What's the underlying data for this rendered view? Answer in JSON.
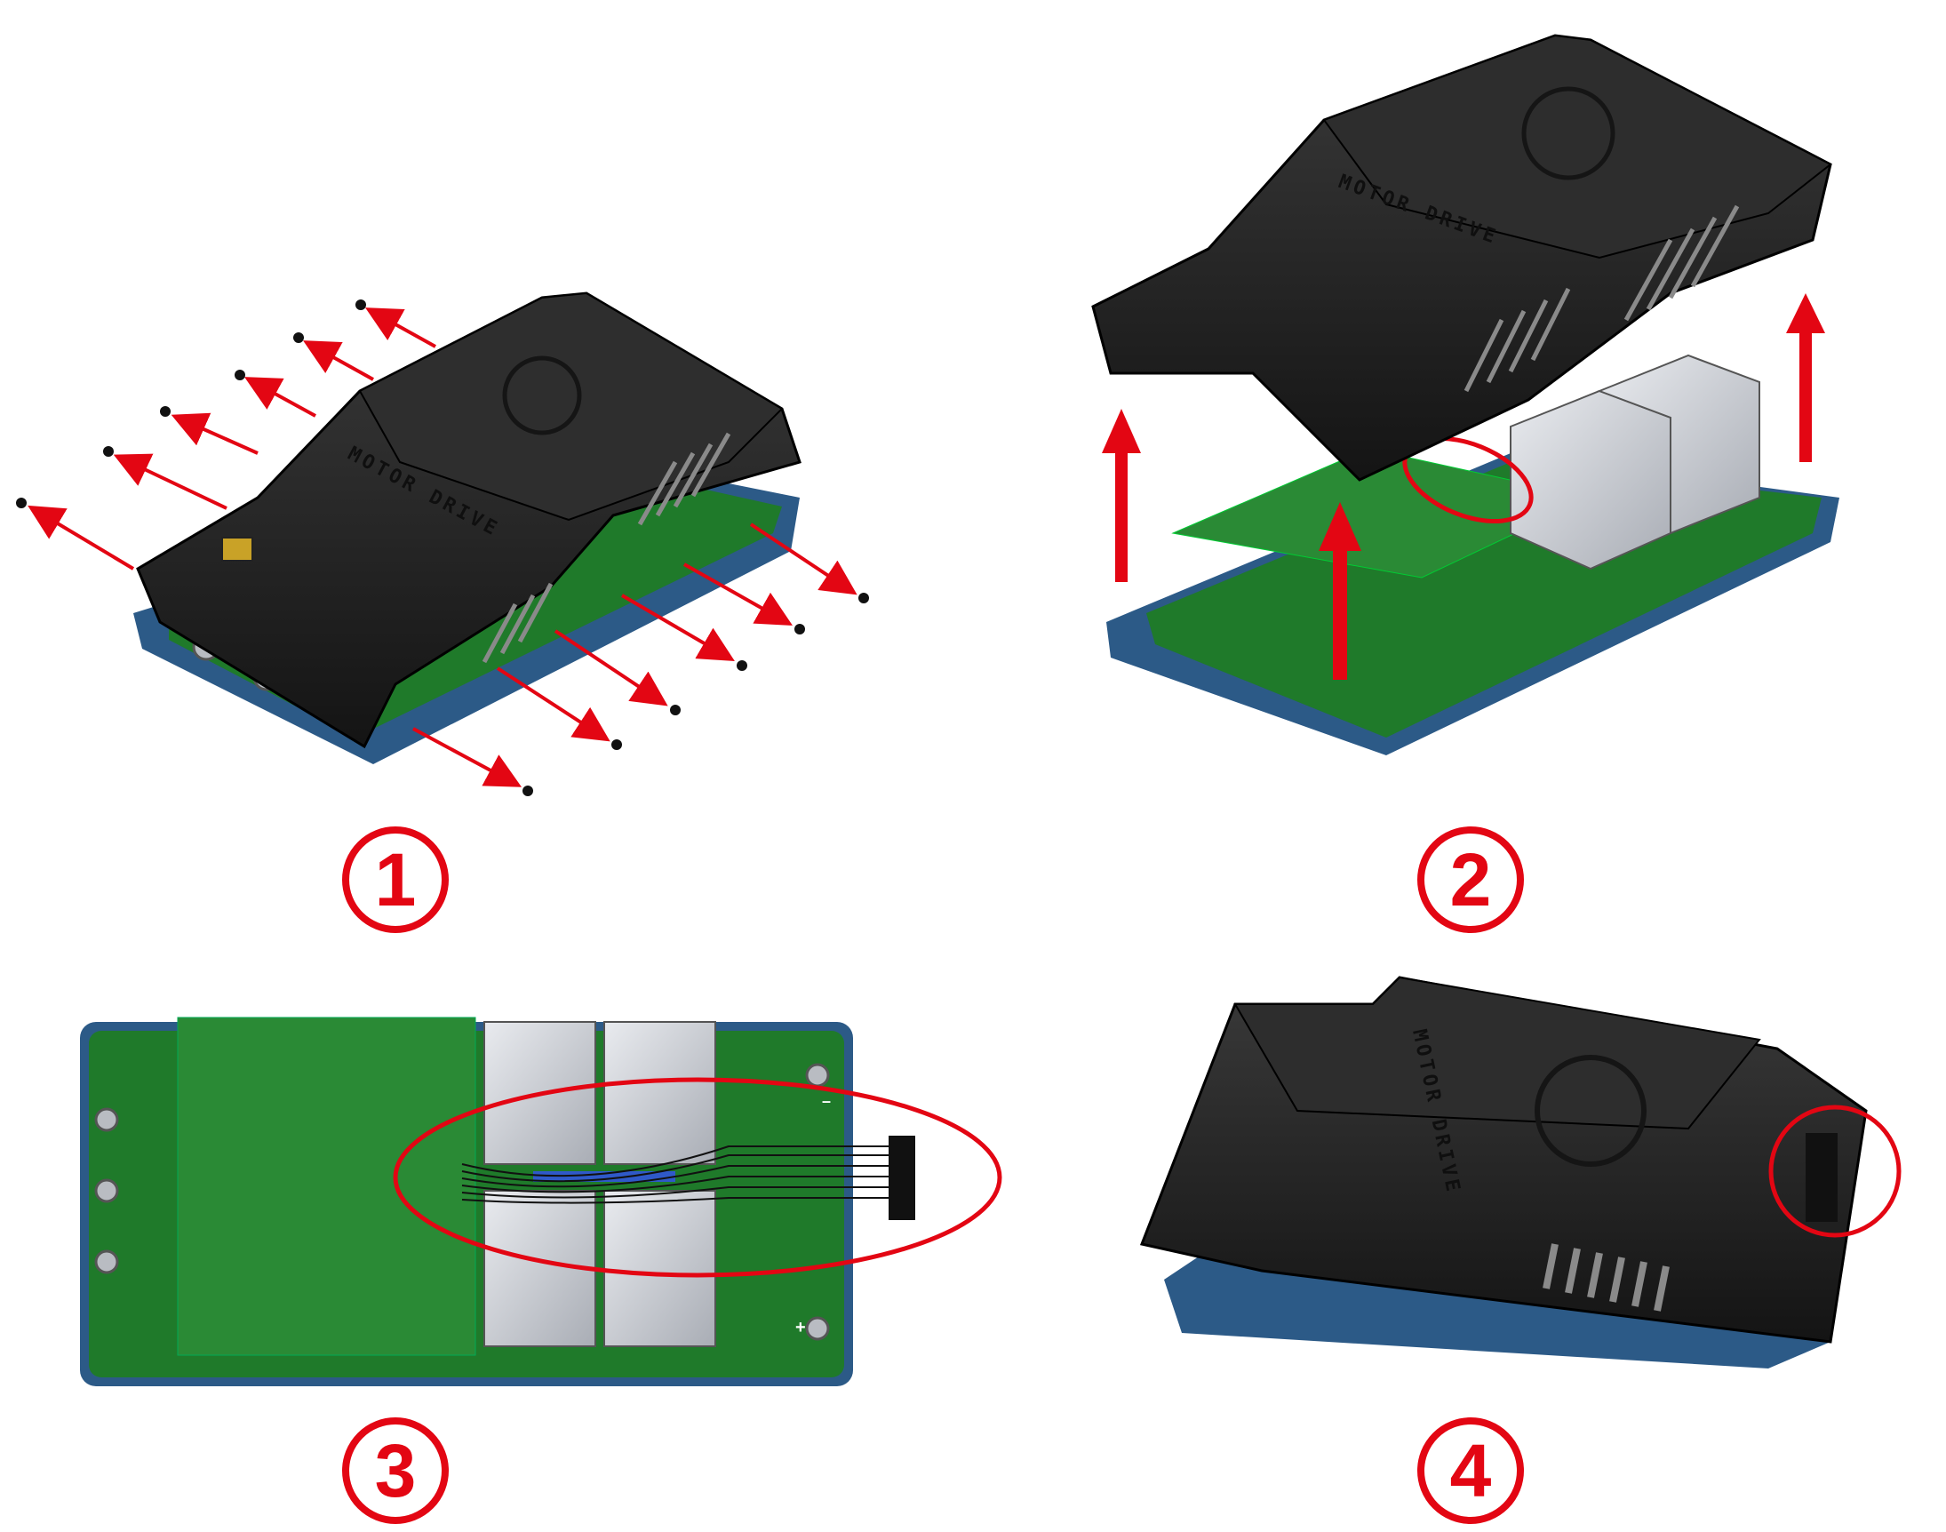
{
  "steps": [
    {
      "number": "1"
    },
    {
      "number": "2"
    },
    {
      "number": "3"
    },
    {
      "number": "4"
    }
  ],
  "labels": {
    "brand_text": "MOTOR DRIVE",
    "plus": "+",
    "minus": "–"
  },
  "colors": {
    "accent_red": "#e30613",
    "enclosure_black": "#1b1b1b",
    "pcb_green": "#1f7a2a",
    "base_blue": "#2c5a87",
    "transformer_gray": "#c9ccd2"
  },
  "icons": [
    "screw-icon",
    "arrow-icon",
    "connector-icon",
    "logo-emblem-icon"
  ]
}
